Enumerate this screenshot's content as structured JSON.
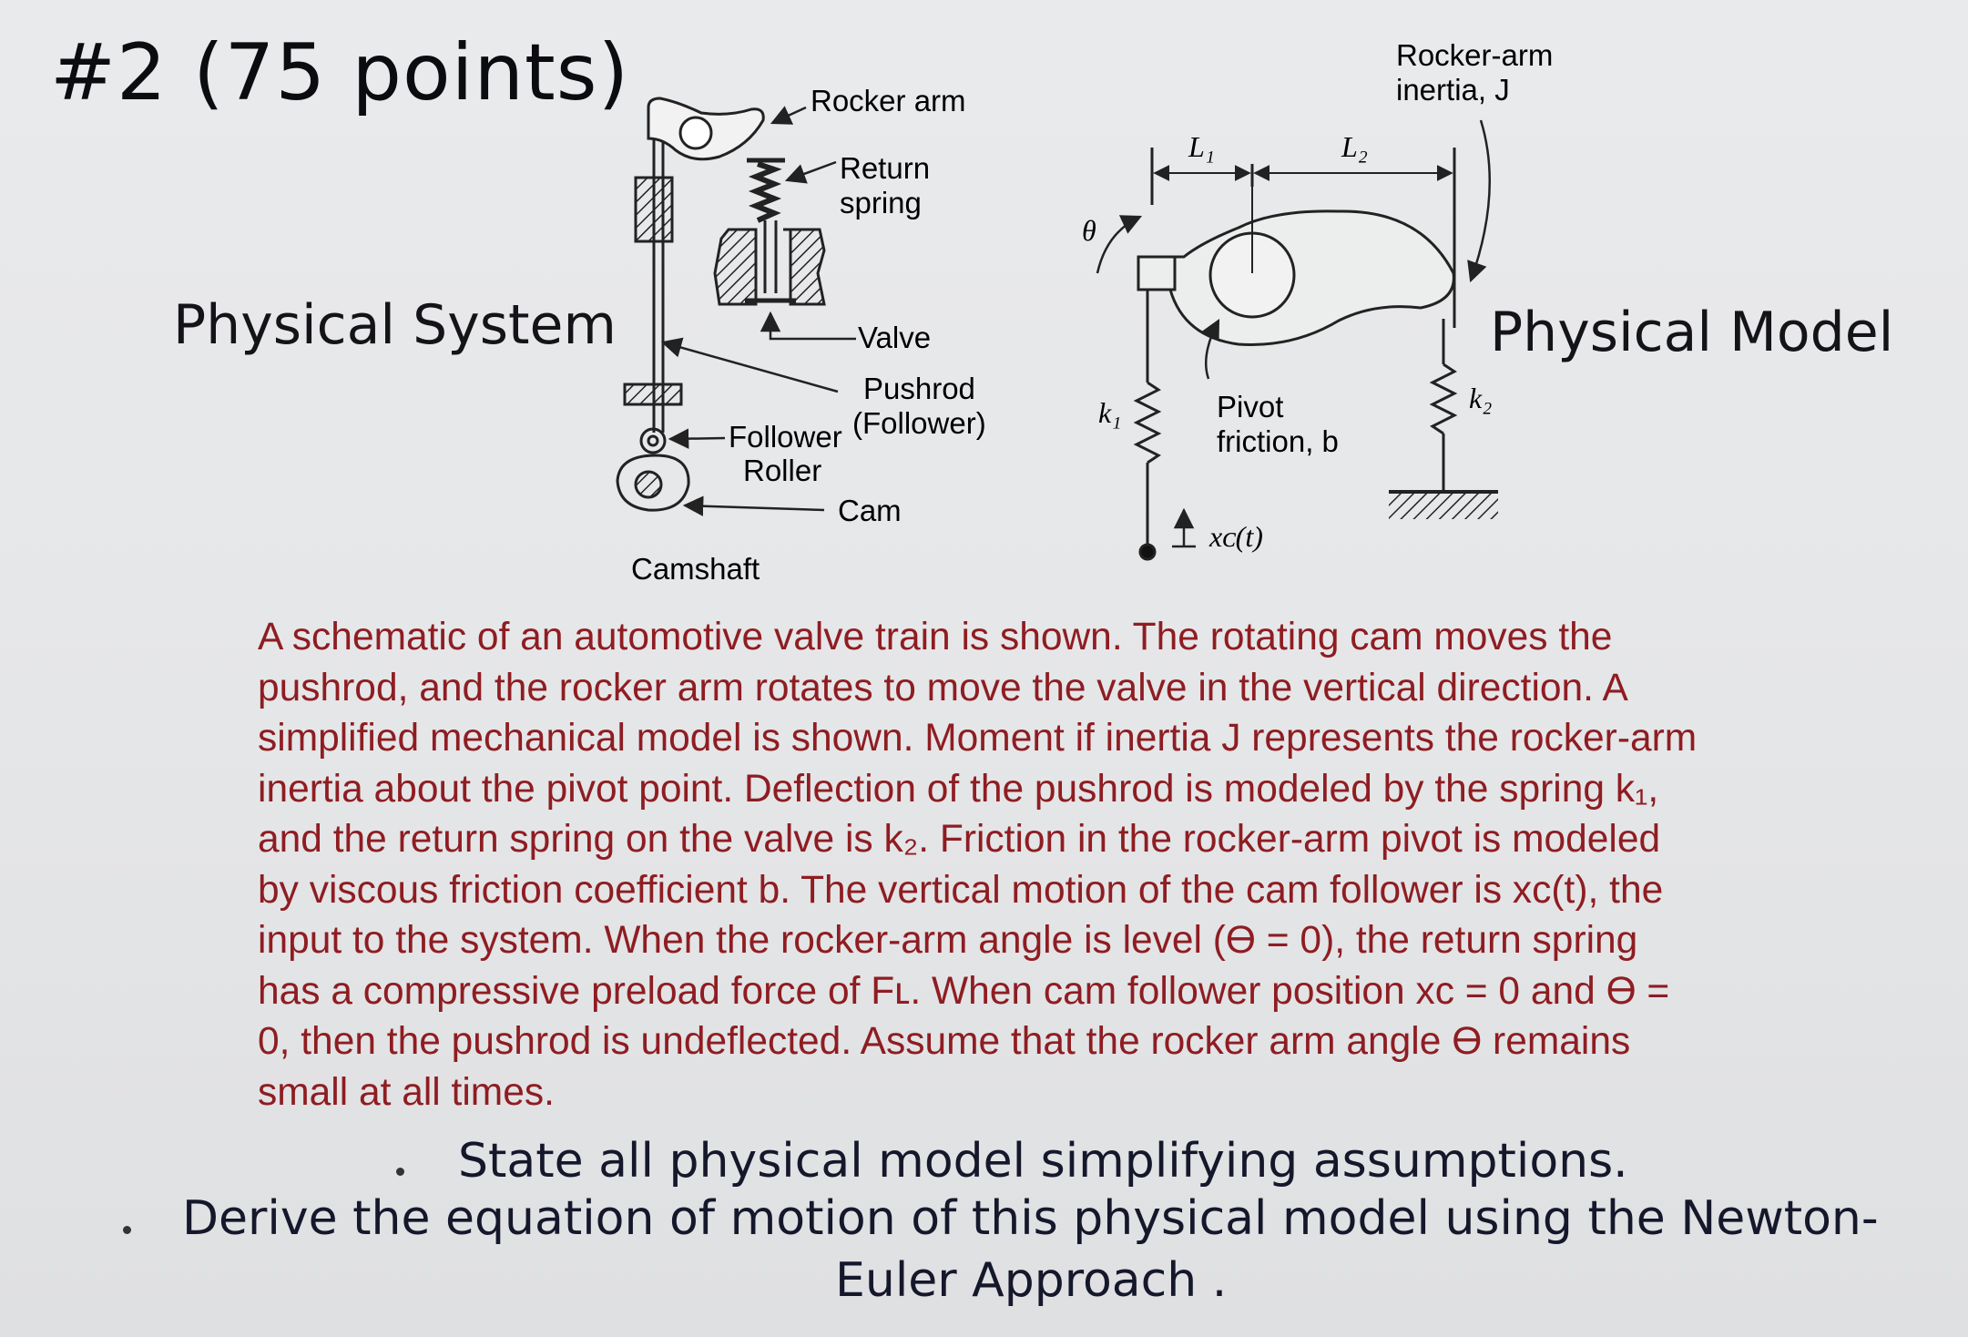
{
  "title": "#2 (75 points)",
  "physical_system": {
    "heading": "Physical System",
    "labels": {
      "rocker_arm": "Rocker arm",
      "return_spring_1": "Return",
      "return_spring_2": "spring",
      "valve": "Valve",
      "pushrod_1": "Pushrod",
      "pushrod_2": "(Follower)",
      "follower_1": "Follower",
      "follower_2": "Roller",
      "cam": "Cam",
      "camshaft": "Camshaft"
    }
  },
  "physical_model": {
    "heading": "Physical Model",
    "labels": {
      "inertia_1": "Rocker-arm",
      "inertia_2": "inertia, J",
      "L1": "L₁",
      "L2": "L₂",
      "theta": "θ",
      "k1": "k₁",
      "k2": "k₂",
      "pivot_1": "Pivot",
      "pivot_2": "friction, b",
      "xc": "xᴄ(t)"
    }
  },
  "description": [
    "A schematic of an automotive valve train is shown.  The rotating cam moves the",
    "pushrod, and the rocker arm rotates to move the valve in the vertical direction.  A",
    "simplified mechanical model is shown.  Moment if inertia J represents the rocker-arm",
    "inertia about the pivot point.  Deflection of the pushrod is modeled by the spring k₁,",
    "and the return spring on the valve is k₂. Friction in the rocker-arm pivot is modeled",
    "by viscous friction coefficient b.  The vertical motion of the cam follower is xᴄ(t), the",
    "input to the system.  When the rocker-arm angle is level (ϴ = 0), the return spring",
    "has a compressive preload force of Fʟ.  When cam follower position xᴄ = 0 and ϴ =",
    "0, then the pushrod is undeflected.  Assume that the rocker arm angle ϴ remains",
    "small at all times."
  ],
  "tasks": [
    "State all physical model simplifying assumptions.",
    "Derive the equation of motion of this physical model using the Newton-",
    "Euler Approach ."
  ]
}
